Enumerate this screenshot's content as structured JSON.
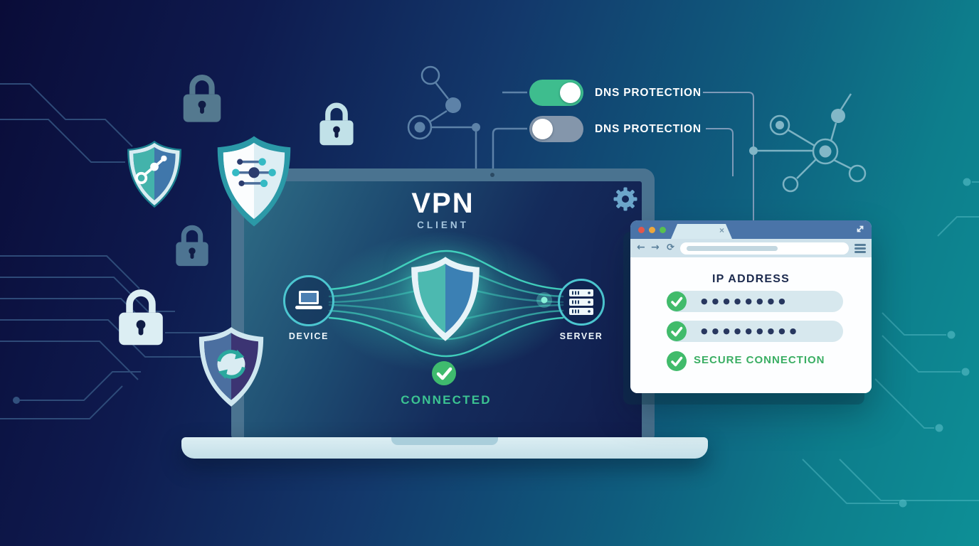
{
  "dns_toggles": {
    "items": [
      {
        "label": "DNS PROTECTION",
        "state": "on"
      },
      {
        "label": "DNS PROTECTION",
        "state": "off"
      }
    ]
  },
  "vpn_client": {
    "title": "VPN",
    "subtitle": "CLIENT",
    "device_label": "DEVICE",
    "server_label": "SERVER",
    "status": "CONNECTED"
  },
  "browser_window": {
    "tab_close_glyph": "×",
    "toolbar": {
      "back_glyph": "←",
      "forward_glyph": "→",
      "refresh_glyph": "⟳"
    },
    "heading": "IP ADDRESS",
    "ip_rows": [
      {
        "masked_value": "●●●●●●●●"
      },
      {
        "masked_value": "●●●●●●●●●"
      }
    ],
    "secure_label": "SECURE CONNECTION"
  },
  "icons": {
    "gear": "settings-gear",
    "laptop": "device-laptop",
    "server": "server-rack",
    "shield": "protection-shield",
    "check": "checkmark-circle",
    "padlock": "padlock",
    "sync": "sync-arrows-shield",
    "circuit_shield": "circuit-nodes-shield",
    "menu": "hamburger-menu",
    "expand": "diagonal-expand-arrows",
    "traffic_lights": "window-control-dots"
  },
  "colors": {
    "bg_navy": "#0a0c38",
    "bg_teal": "#0d8f96",
    "toggle_on_green": "#3ebd8e",
    "toggle_off_gray": "#8496ab",
    "success_green": "#41bb6b",
    "connected_text": "#3cc492",
    "secure_text": "#3aae63",
    "tunnel_teal": "#45dcc3",
    "browser_titlebar": "#4a74a8",
    "heading_navy": "#1c2a4e"
  }
}
